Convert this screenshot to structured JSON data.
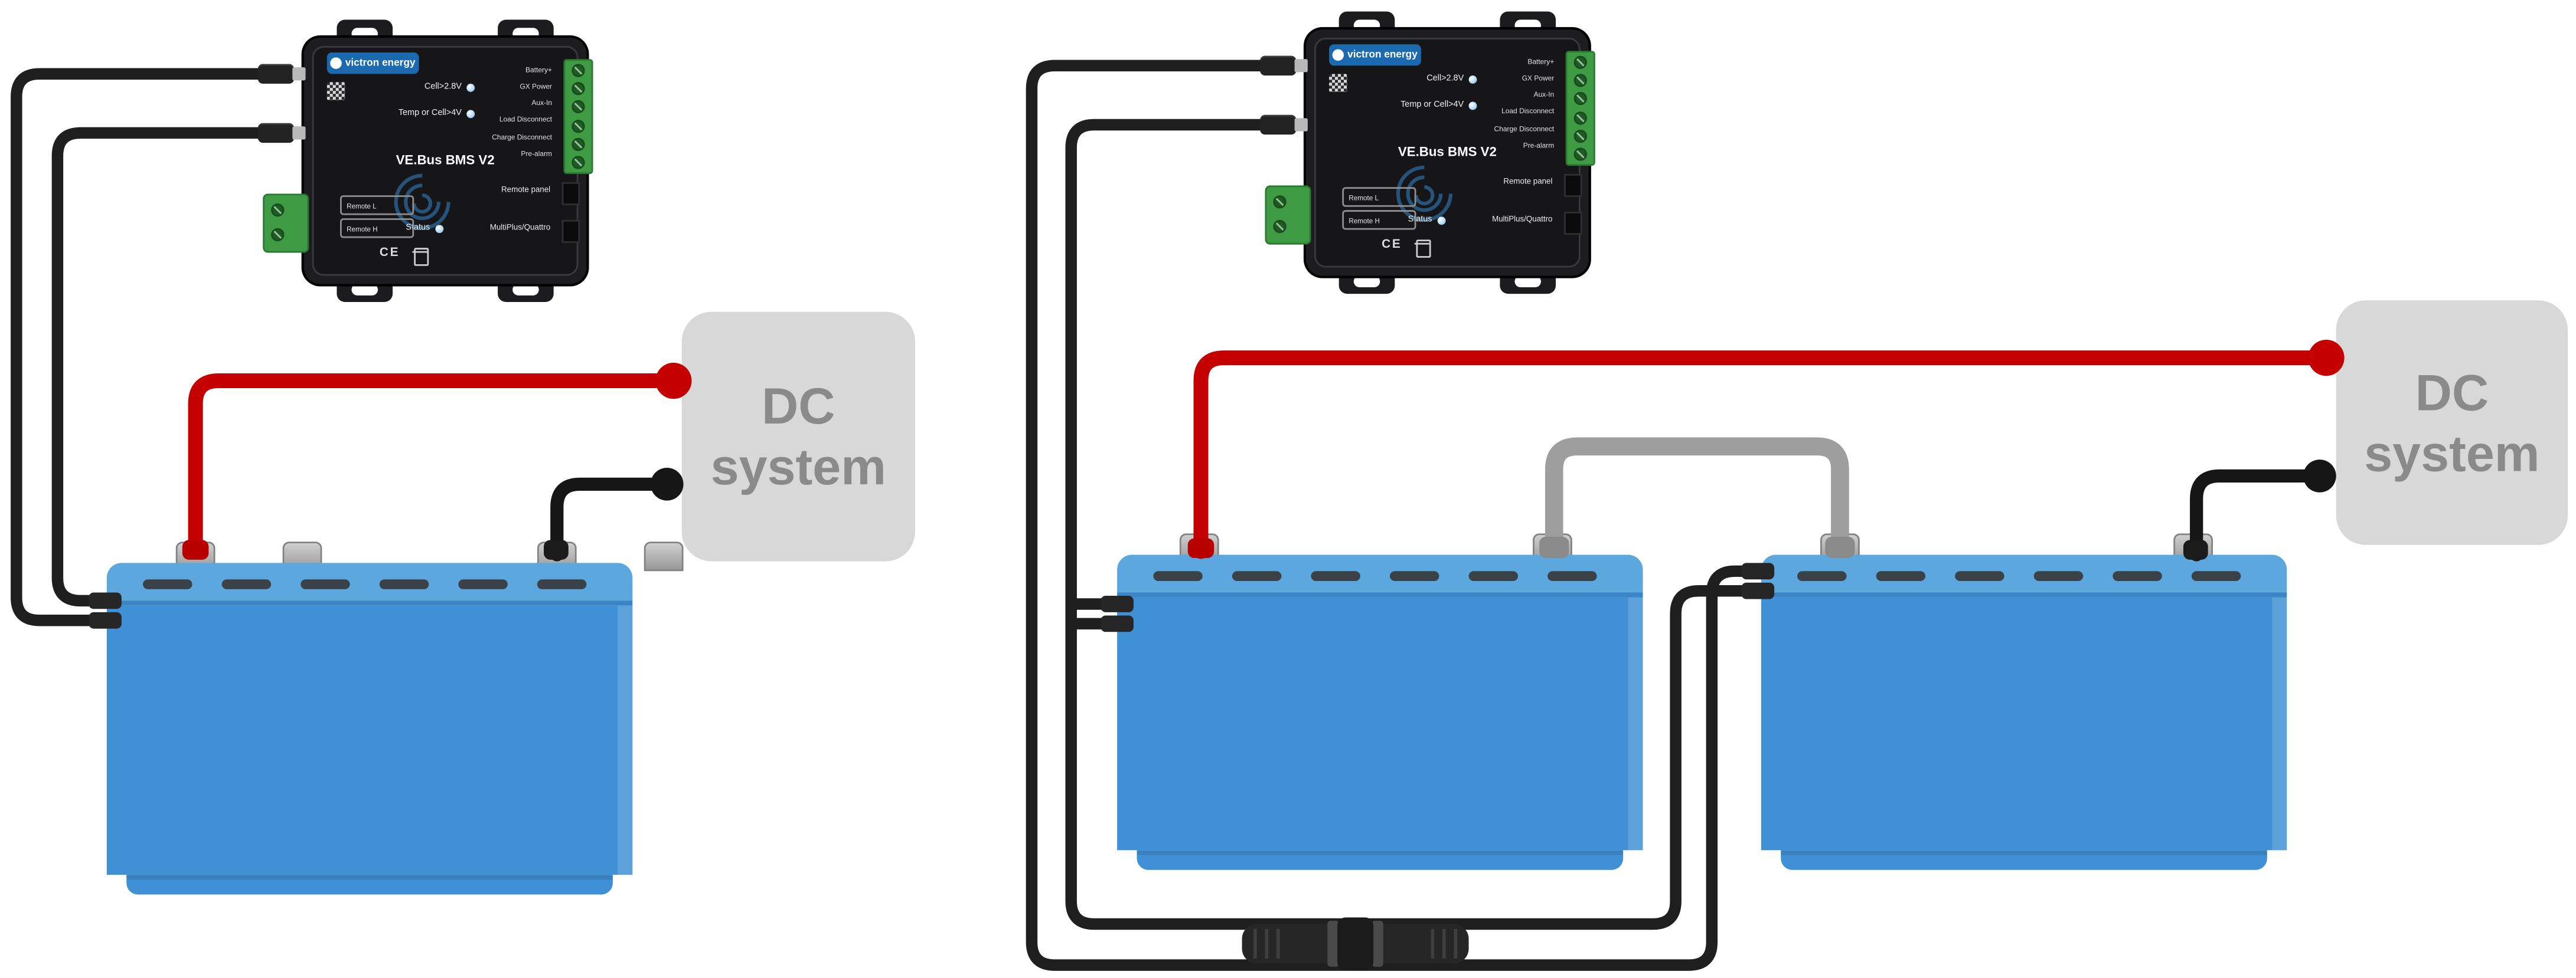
{
  "bms": {
    "brand": "victron energy",
    "model": "VE.Bus BMS V2",
    "led_labels": [
      "Cell>2.8V",
      "Temp or Cell>4V"
    ],
    "status_label": "Status",
    "port_labels": {
      "remote_panel": "Remote panel",
      "multiplus": "MultiPlus/Quattro"
    },
    "terminal_labels": [
      "Battery+",
      "GX Power",
      "Aux-In",
      "Load Disconnect",
      "Charge Disconnect",
      "Pre-alarm"
    ],
    "remote_labels": [
      "Remote L",
      "Remote H"
    ],
    "ce_mark": "CE"
  },
  "dc_box": {
    "line1": "DC",
    "line2": "system"
  },
  "colors": {
    "battery_blue": "#3f90d4",
    "battery_top_blue": "#5ba7de",
    "cable_red": "#c40000",
    "cable_black": "#1f1f1f",
    "cable_gray": "#9e9e9e",
    "terminal_green": "#3f9a44",
    "dc_box_gray": "#d8d8d8",
    "logo_blue": "#1b6ab0"
  }
}
